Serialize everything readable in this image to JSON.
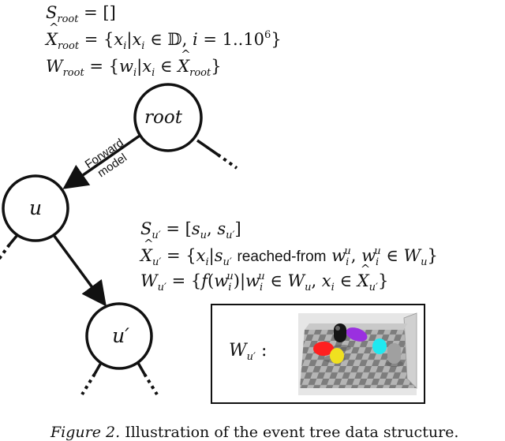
{
  "root_equations": {
    "s_root": "S_root = []",
    "x_root": "X̂_root = {x_i | x_i ∈ 𝔻, i = 1..10^6}",
    "w_root": "W_root = {w_i | x_i ∈ X̂_root}"
  },
  "child_equations": {
    "s_u": "S_u' = [s_u, s_u']",
    "x_u": "X̂_u' = {x_i | s_u' reached-from w_i^u, w_i^u ∈ W_u}",
    "w_u": "W_u' = {f(w_i^u) | w_i^u ∈ W_u, x_i ∈ X̂_u'}"
  },
  "nodes": {
    "root": "root",
    "u": "u",
    "u_prime": "u′"
  },
  "edge_label": {
    "line1": "Forward",
    "line2": "model"
  },
  "inset": {
    "label": "W_u' :"
  },
  "caption": {
    "prefix": "Figure 2.",
    "text": " Illustration of the event tree data structure."
  },
  "colors": {
    "stroke": "#111111",
    "ball_red": "#ff2020",
    "ball_yellow": "#f0e020",
    "ball_purple": "#9a30e0",
    "ball_cyan": "#20e8f0",
    "ball_black": "#151515",
    "ball_gray": "#a0a0a0"
  }
}
